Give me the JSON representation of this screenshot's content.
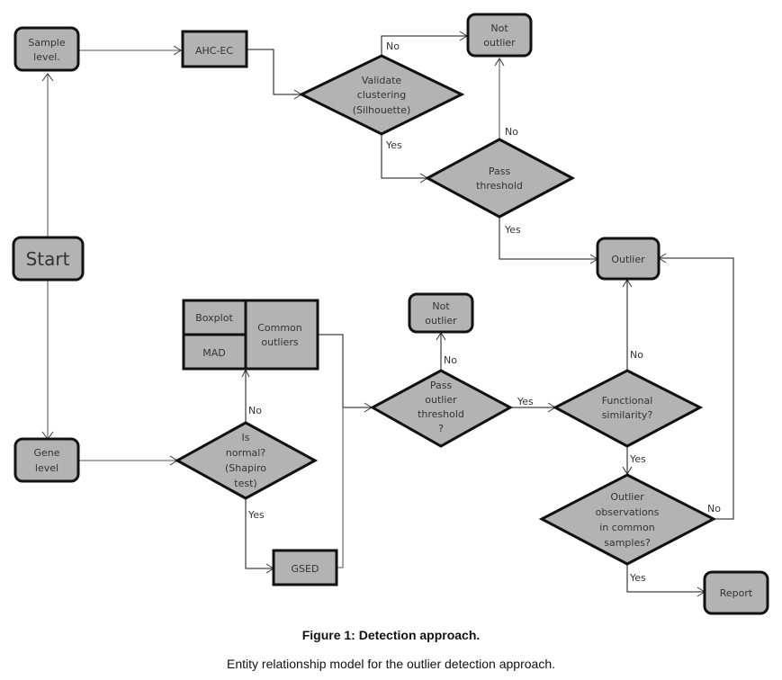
{
  "nodes": {
    "sample_level": [
      "Sample",
      "level."
    ],
    "ahc_ec": [
      "AHC-EC"
    ],
    "validate_clustering": [
      "Validate",
      "clustering",
      "(Silhouette)"
    ],
    "not_outlier_top": [
      "Not",
      "outlier"
    ],
    "pass_threshold": [
      "Pass",
      "threshold"
    ],
    "start": [
      "Start"
    ],
    "outlier": [
      "Outlier"
    ],
    "boxplot": [
      "Boxplot"
    ],
    "mad": [
      "MAD"
    ],
    "common_outliers": [
      "Common",
      "outliers"
    ],
    "not_outlier_mid": [
      "Not",
      "outlier"
    ],
    "pass_outlier_threshold": [
      "Pass",
      "outlier",
      "threshold",
      "?"
    ],
    "functional_similarity": [
      "Functional",
      "similarity?"
    ],
    "gene_level": [
      "Gene",
      "level"
    ],
    "is_normal": [
      "Is",
      "normal?",
      "(Shapiro",
      "test)"
    ],
    "outlier_observations": [
      "Outlier",
      "observations",
      "in common",
      "samples?"
    ],
    "gsed": [
      "GSED"
    ],
    "report": [
      "Report"
    ]
  },
  "edge_labels": {
    "validate_no": "No",
    "validate_yes": "Yes",
    "pass_threshold_no": "No",
    "pass_threshold_yes": "Yes",
    "is_normal_no": "No",
    "is_normal_yes": "Yes",
    "pass_outlier_no": "No",
    "pass_outlier_yes": "Yes",
    "functional_no": "No",
    "functional_yes": "Yes",
    "observations_no": "No",
    "observations_yes": "Yes"
  },
  "caption": {
    "title": "Figure 1: Detection approach.",
    "subtitle": "Entity relationship model for the outlier detection approach."
  }
}
